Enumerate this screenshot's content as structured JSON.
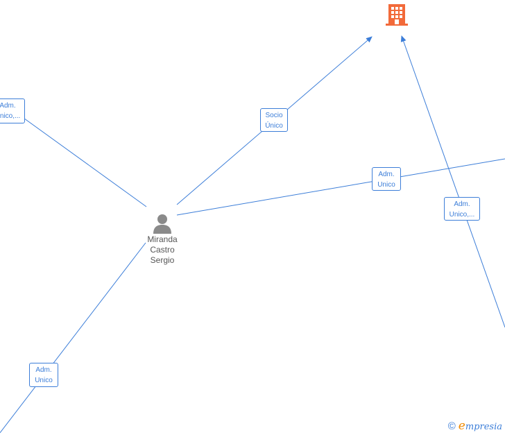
{
  "nodes": {
    "person": {
      "name_lines": [
        "Miranda",
        "Castro",
        "Sergio"
      ]
    },
    "company": {
      "icon": "building-icon"
    }
  },
  "edge_labels": [
    {
      "lines": [
        "Adm.",
        "Unico,..."
      ]
    },
    {
      "lines": [
        "Socio",
        "Único"
      ]
    },
    {
      "lines": [
        "Adm.",
        "Unico"
      ]
    },
    {
      "lines": [
        "Adm.",
        "Unico,..."
      ]
    },
    {
      "lines": [
        "Adm.",
        "Unico"
      ]
    }
  ],
  "watermark": {
    "copyright": "©",
    "brand_e": "e",
    "brand_rest": "mpresia"
  },
  "colors": {
    "edge": "#3b7dd8",
    "company": "#f26a3a",
    "person": "#8a8a8a"
  }
}
